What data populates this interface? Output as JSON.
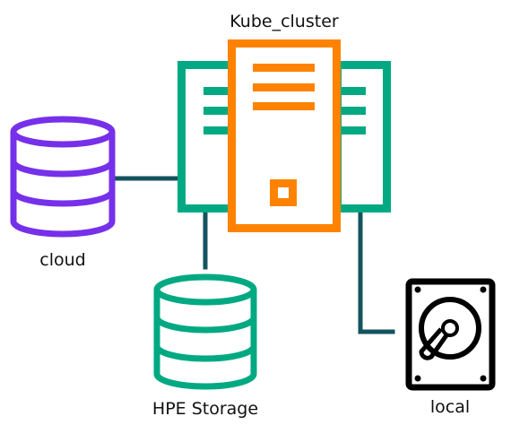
{
  "diagram": {
    "cluster_label": "Kube_cluster",
    "cloud_label": "cloud",
    "hpe_label": "HPE Storage",
    "local_label": "local"
  },
  "icons": {
    "cluster": "server-rack-icon",
    "cloud": "database-icon",
    "hpe_storage": "database-icon",
    "local": "hard-drive-icon"
  },
  "colors": {
    "green": "#01A982",
    "orange": "#FF8300",
    "purple": "#7630EA",
    "connector": "#14535F",
    "black": "#000000"
  }
}
